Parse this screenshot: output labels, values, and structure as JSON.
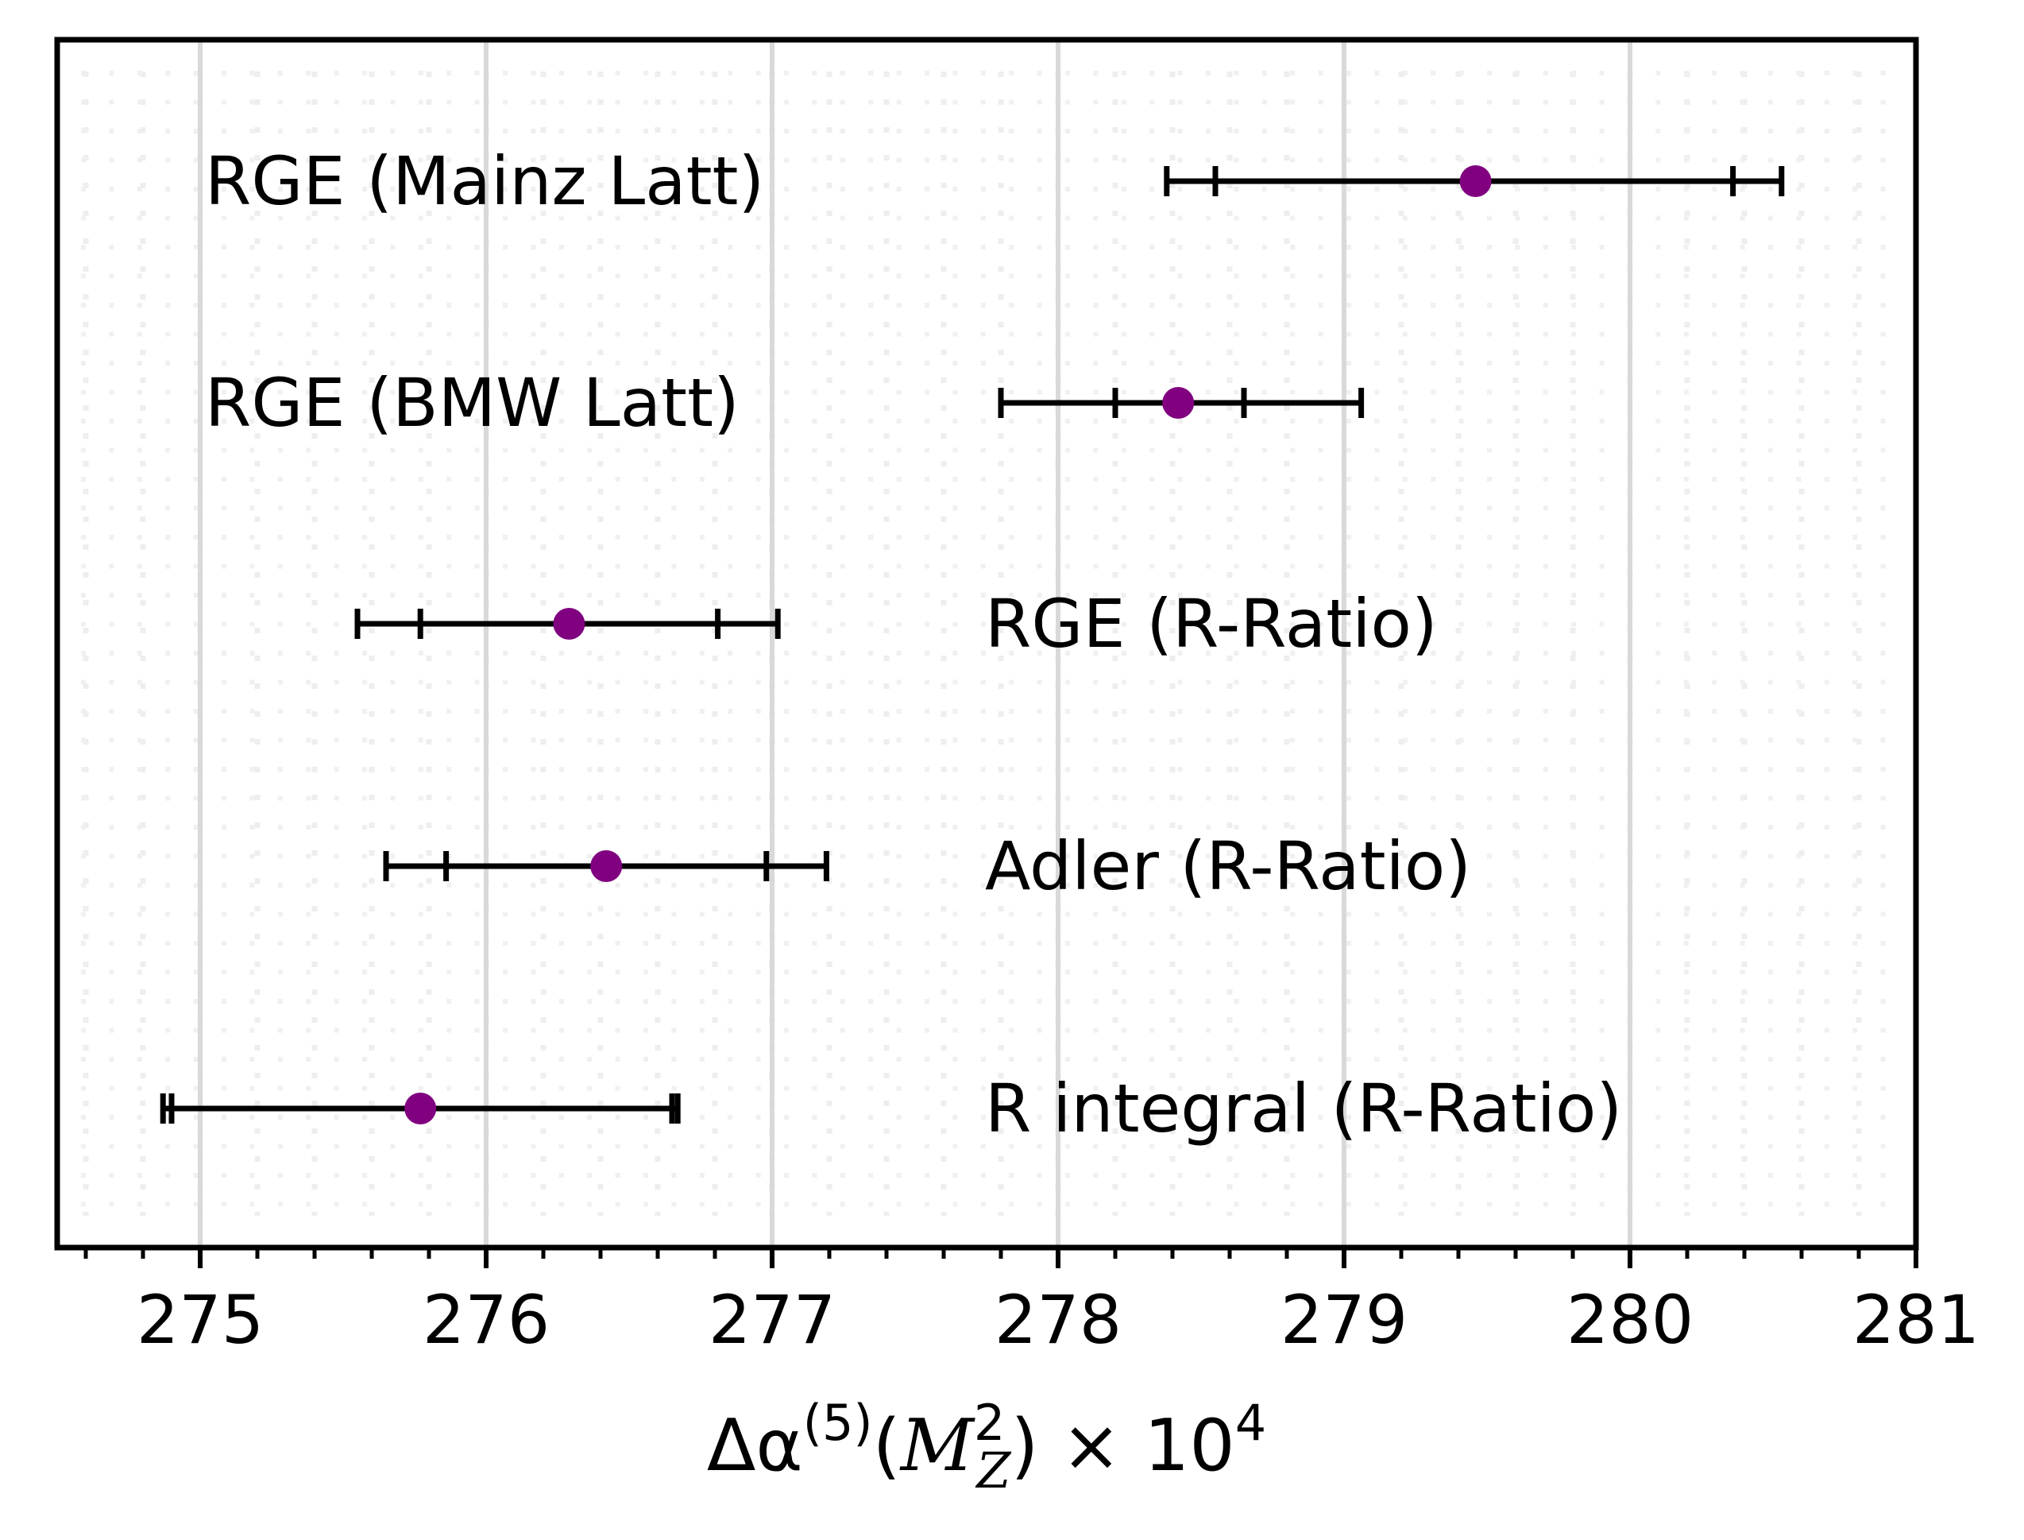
{
  "chart_data": {
    "type": "scatter",
    "subtype": "error-bar forest plot",
    "xlabel": "Δα(5)(M_Z^2) × 10^4",
    "xlabel_parts": {
      "delta_alpha": "Δα",
      "superscript": "(5)",
      "open": "(",
      "M": "M",
      "M_sup": "2",
      "M_sub": "Z",
      "close": ")",
      "times": " × 10",
      "power": "4"
    },
    "ylabel": "",
    "xlim": [
      274.5,
      281.0
    ],
    "x_ticks": [
      "275",
      "276",
      "277",
      "278",
      "279",
      "280",
      "281"
    ],
    "x_tick_values": [
      275,
      276,
      277,
      278,
      279,
      280,
      281
    ],
    "x_minor_step": 0.2,
    "grid": "vertical major lines, dotted minor background",
    "marker_color": "#800080",
    "errorbar_color": "#000000",
    "entries": [
      {
        "label": "RGE (Mainz Latt)",
        "value": 279.46,
        "inner": [
          278.55,
          280.36
        ],
        "outer": [
          278.38,
          280.53
        ],
        "label_side": "left"
      },
      {
        "label": "RGE (BMW Latt)",
        "value": 278.42,
        "inner": [
          278.2,
          278.65
        ],
        "outer": [
          277.8,
          279.06
        ],
        "label_side": "left"
      },
      {
        "label": "RGE (R-Ratio)",
        "value": 276.29,
        "inner": [
          275.77,
          276.81
        ],
        "outer": [
          275.55,
          277.02
        ],
        "label_side": "right"
      },
      {
        "label": "Adler (R-Ratio)",
        "value": 276.42,
        "inner": [
          275.86,
          276.98
        ],
        "outer": [
          275.65,
          277.19
        ],
        "label_side": "right"
      },
      {
        "label": "R integral (R-Ratio)",
        "value": 275.77,
        "inner": [
          274.9,
          276.65
        ],
        "outer": [
          274.87,
          276.67
        ],
        "label_side": "right"
      }
    ]
  }
}
